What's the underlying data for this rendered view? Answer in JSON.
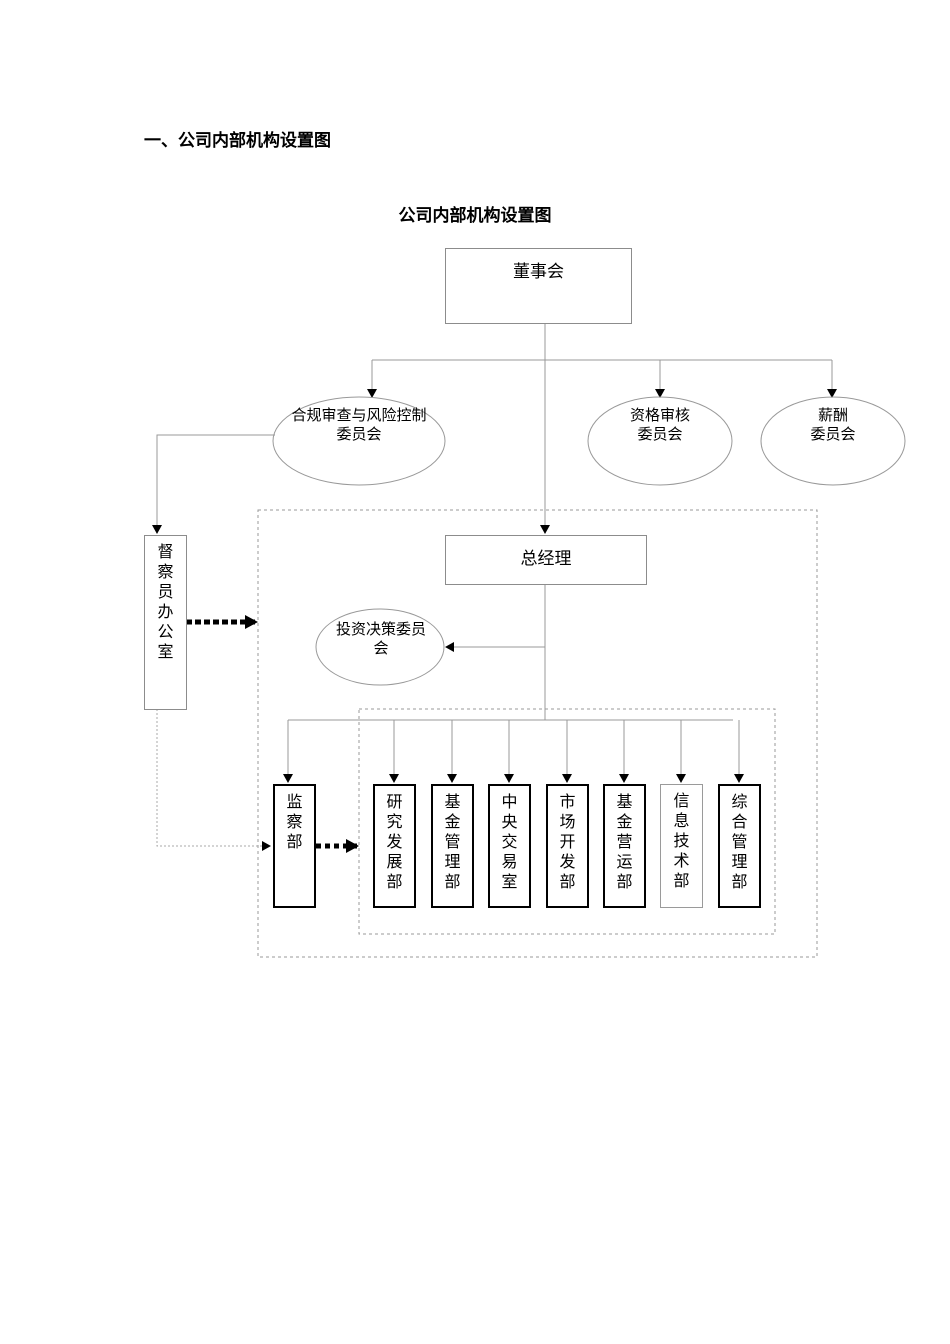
{
  "page": {
    "heading": "一、公司内部机构设置图",
    "diagram_title": "公司内部机构设置图"
  },
  "nodes": {
    "board": "董事会",
    "compliance_committee_line1": "合规审查与风险控制",
    "compliance_committee_line2": "委员会",
    "qualification_committee_line1": "资格审核",
    "qualification_committee_line2": "委员会",
    "compensation_committee_line1": "薪酬",
    "compensation_committee_line2": "委员会",
    "general_manager": "总经理",
    "investment_committee_line1": "投资决策委员",
    "investment_committee_line2": "会",
    "supervisor_office": [
      "督",
      "察",
      "员",
      "办",
      "公",
      "室"
    ],
    "inspection_dept": [
      "监",
      "察",
      "部"
    ],
    "departments": [
      {
        "key": "research",
        "chars": [
          "研",
          "究",
          "发",
          "展",
          "部"
        ]
      },
      {
        "key": "fund-management",
        "chars": [
          "基",
          "金",
          "管",
          "理",
          "部"
        ]
      },
      {
        "key": "central-trading",
        "chars": [
          "中",
          "央",
          "交",
          "易",
          "室"
        ]
      },
      {
        "key": "market-development",
        "chars": [
          "市",
          "场",
          "开",
          "发",
          "部"
        ]
      },
      {
        "key": "fund-operations",
        "chars": [
          "基",
          "金",
          "营",
          "运",
          "部"
        ]
      },
      {
        "key": "information-technology",
        "chars": [
          "信",
          "息",
          "技",
          "术",
          "部"
        ]
      },
      {
        "key": "general-administration",
        "chars": [
          "综",
          "合",
          "管",
          "理",
          "部"
        ]
      }
    ]
  }
}
